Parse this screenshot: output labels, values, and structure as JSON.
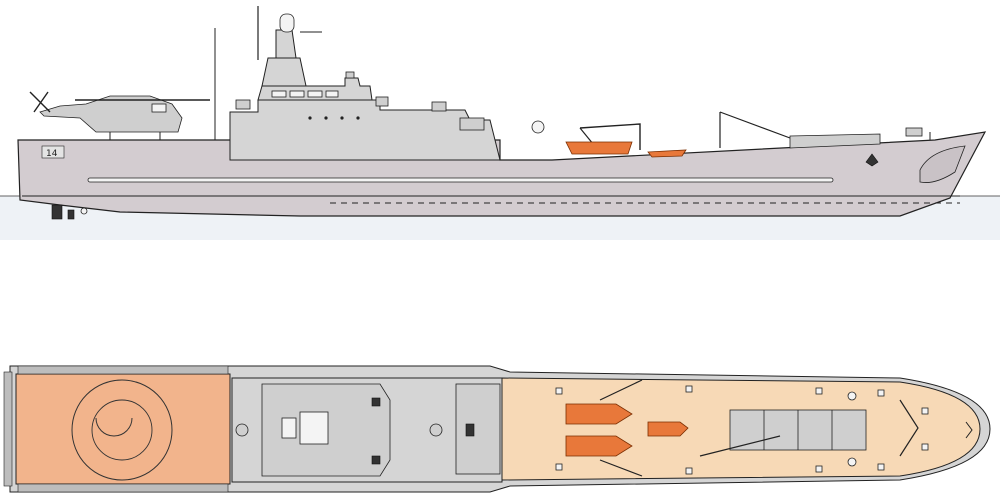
{
  "figure": {
    "views": [
      "side-profile",
      "top-plan"
    ],
    "colors": {
      "hull": "#d3ccd0",
      "superstructure": "#d5d5d5",
      "helideck": "#f2b48c",
      "forward_deck": "#f7d9b6",
      "boats": "#e8783a",
      "water": "#e9eef3"
    },
    "side_profile": {
      "markings": {
        "hull_number": "14"
      }
    }
  }
}
